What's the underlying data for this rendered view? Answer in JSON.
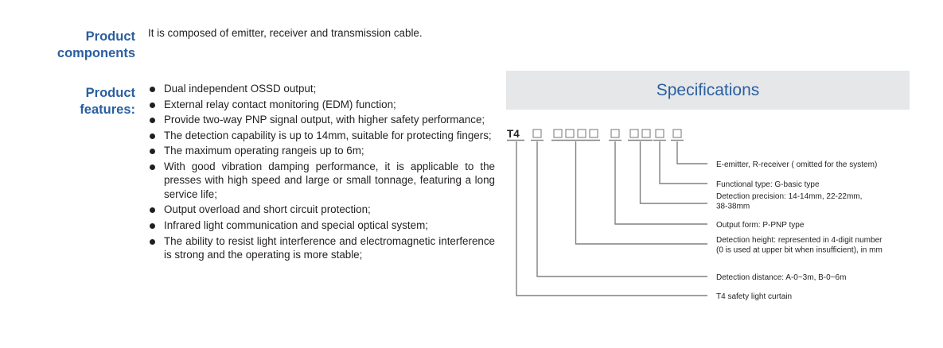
{
  "components": {
    "label_line1": "Product",
    "label_line2": "components",
    "text": "It is composed of emitter, receiver and transmission cable."
  },
  "features": {
    "label_line1": "Product",
    "label_line2": "features:",
    "items": [
      "Dual independent OSSD output;",
      "External relay contact monitoring (EDM) function;",
      "Provide two-way PNP signal output, with higher safety performance;",
      "The detection capability is up to 14mm, suitable for protecting fingers;",
      "The maximum operating rangeis up to 6m;",
      "With good vibration damping performance, it is applicable to the presses with high speed and large or small tonnage, featuring a long service life;",
      "Output overload and short circuit protection;",
      "Infrared light communication and special optical system;",
      "The ability to resist light interference and electromagnetic interference is strong and the operating is more stable;"
    ]
  },
  "specifications": {
    "title": "Specifications",
    "model_prefix": "T4",
    "code_groups": [
      {
        "boxes": 1
      },
      {
        "boxes": 4
      },
      {
        "boxes": 1
      },
      {
        "boxes": 2
      },
      {
        "boxes": 1
      },
      {
        "boxes": 1
      }
    ],
    "descriptions": {
      "emitter_receiver": [
        "E-emitter, R-receiver ( omitted for the system)"
      ],
      "functional_type": [
        "Functional type: G-basic type"
      ],
      "detection_precision": [
        "Detection precision: 14-14mm, 22-22mm,",
        "38-38mm"
      ],
      "output_form": [
        "Output form: P-PNP type"
      ],
      "detection_height": [
        "Detection height: represented in 4-digit number",
        "(0 is used at upper bit when insufficient), in mm"
      ],
      "detection_distance": [
        "Detection distance: A-0~3m, B-0~6m"
      ],
      "model": [
        "T4 safety light curtain"
      ]
    }
  },
  "colors": {
    "heading_blue": "#2a5fa0",
    "header_bg": "#e6e7e9",
    "text": "#231f20",
    "line_gray": "#808080"
  }
}
